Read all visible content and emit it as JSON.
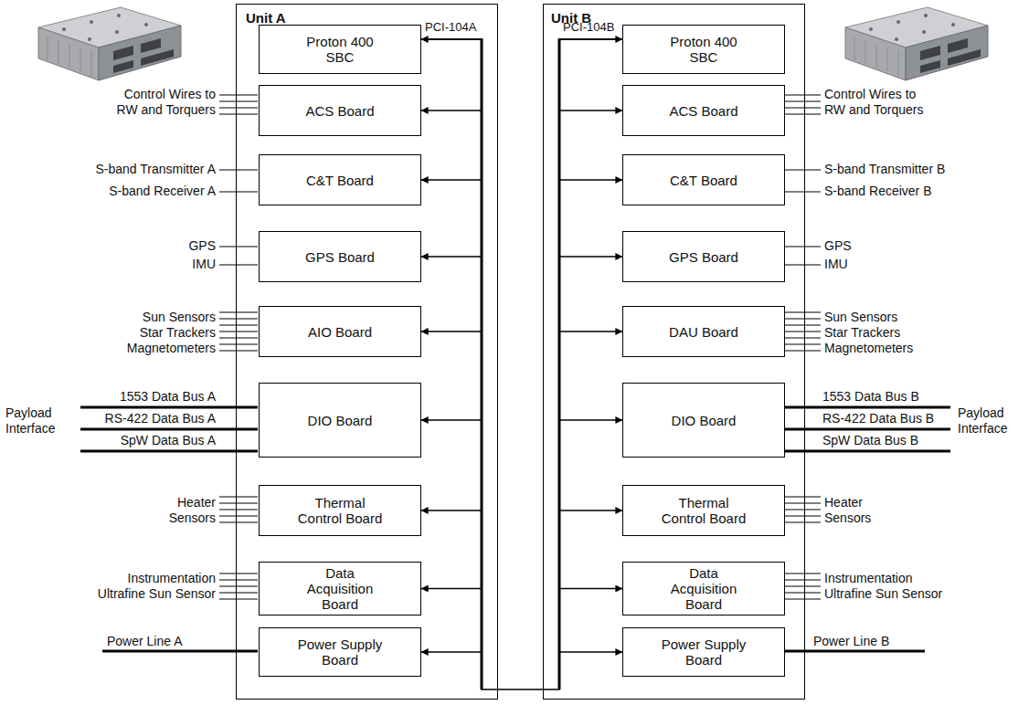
{
  "diagram": {
    "nodes": [
      {
        "text": [
          "Unit A"
        ]
      },
      {
        "text": [
          "Proton 400 SBC"
        ],
        "in": 0
      },
      {
        "text": [
          "ACS Board"
        ],
        "in": 0
      },
      {
        "text": [
          "C&T Board"
        ],
        "in": 0
      },
      {
        "text": [
          "GPS Board"
        ],
        "in": 0
      },
      {
        "text": [
          "AIO Board"
        ],
        "in": 0
      },
      {
        "text": [
          "DIO Board"
        ],
        "in": 0
      },
      {
        "text": [
          "Thermal Control Board"
        ],
        "in": 0
      },
      {
        "text": [
          "Data Acquisition Board"
        ],
        "in": 0
      },
      {
        "text": [
          "Power Supply Board"
        ],
        "in": 0
      },
      {
        "text": [
          "Unit B"
        ]
      },
      {
        "text": [
          "Proton 400 SBC"
        ],
        "in": 10
      },
      {
        "text": [
          "ACS Board"
        ],
        "in": 10
      },
      {
        "text": [
          "C&T Board"
        ],
        "in": 10
      },
      {
        "text": [
          "GPS Board"
        ],
        "in": 10
      },
      {
        "text": [
          "DAU Board"
        ],
        "in": 10
      },
      {
        "text": [
          "DIO Board"
        ],
        "in": 10
      },
      {
        "text": [
          "Thermal Control Board"
        ],
        "in": 10
      },
      {
        "text": [
          "Data Acquisition Board"
        ],
        "in": 10
      },
      {
        "text": [
          "Power Supply Board"
        ],
        "in": 10
      }
    ],
    "edges": [
      {
        "from": 1,
        "to": 2,
        "arrow": "to"
      },
      {
        "from": 1,
        "to": 3,
        "arrow": "to"
      },
      {
        "from": 1,
        "to": 4,
        "arrow": "to"
      },
      {
        "from": 1,
        "to": 5,
        "arrow": "to"
      },
      {
        "from": 1,
        "to": 6,
        "arrow": "to"
      },
      {
        "from": 1,
        "to": 7,
        "arrow": "to"
      },
      {
        "from": 1,
        "to": 8,
        "arrow": "to"
      },
      {
        "from": 1,
        "to": 9,
        "arrow": "to"
      },
      {
        "from": 11,
        "to": 12,
        "arrow": "to"
      },
      {
        "from": 11,
        "to": 13,
        "arrow": "to"
      },
      {
        "from": 11,
        "to": 14,
        "arrow": "to"
      },
      {
        "from": 11,
        "to": 15,
        "arrow": "to"
      },
      {
        "from": 11,
        "to": 16,
        "arrow": "to"
      },
      {
        "from": 11,
        "to": 17,
        "arrow": "to"
      },
      {
        "from": 11,
        "to": 18,
        "arrow": "to"
      },
      {
        "from": 11,
        "to": 19,
        "arrow": "to"
      },
      {
        "from": 1,
        "to": 11,
        "arrow": "both"
      }
    ],
    "labels": [
      "PCI-104A",
      "PCI-104B",
      "Control Wires to RW and Torquers",
      "S-band Transmitter A",
      "S-band Receiver A",
      "GPS",
      "IMU",
      "Sun Sensors",
      "Star Trackers",
      "Magnetometers",
      "Payload Interface",
      "1553 Data Bus A",
      "RS-422 Data Bus A",
      "SpW Data Bus A",
      "Heater",
      "Sensors",
      "Instrumentation",
      "Ultrafine Sun Sensor",
      "Power Line A",
      "Control Wires to RW and Torquers",
      "S-band Transmitter B",
      "S-band Receiver B",
      "GPS",
      "IMU",
      "Sun Sensors",
      "Star Trackers",
      "Magnetometers",
      "Payload Interface",
      "1553 Data Bus B",
      "RS-422 Data Bus B",
      "SpW Data Bus B",
      "Heater",
      "Sensors",
      "Instrumentation",
      "Ultrafine Sun Sensor",
      "Power Line B"
    ]
  }
}
